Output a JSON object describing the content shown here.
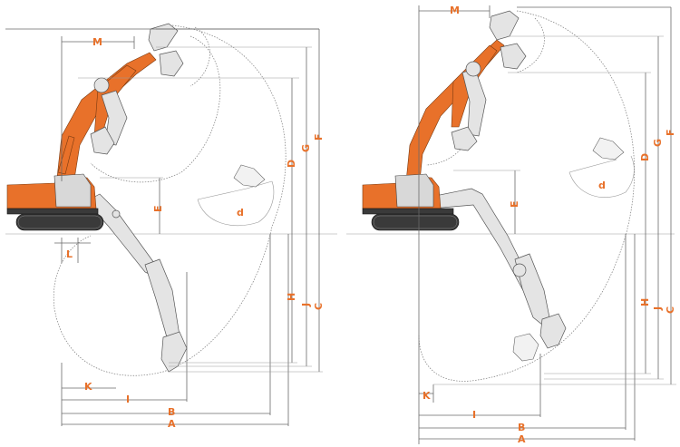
{
  "labels": {
    "A": "A",
    "B": "B",
    "C": "C",
    "D": "D",
    "E": "E",
    "F": "F",
    "G": "G",
    "H": "H",
    "I": "I",
    "J": "J",
    "K": "K",
    "L": "L",
    "M": "M",
    "d": "d"
  },
  "colors": {
    "machine_orange": "#e8712a",
    "label_orange": "#e8712a",
    "line_grey": "#6a6a6a",
    "attachment_grey": "#e4e4e4",
    "track_dark": "#3a3a3a"
  }
}
